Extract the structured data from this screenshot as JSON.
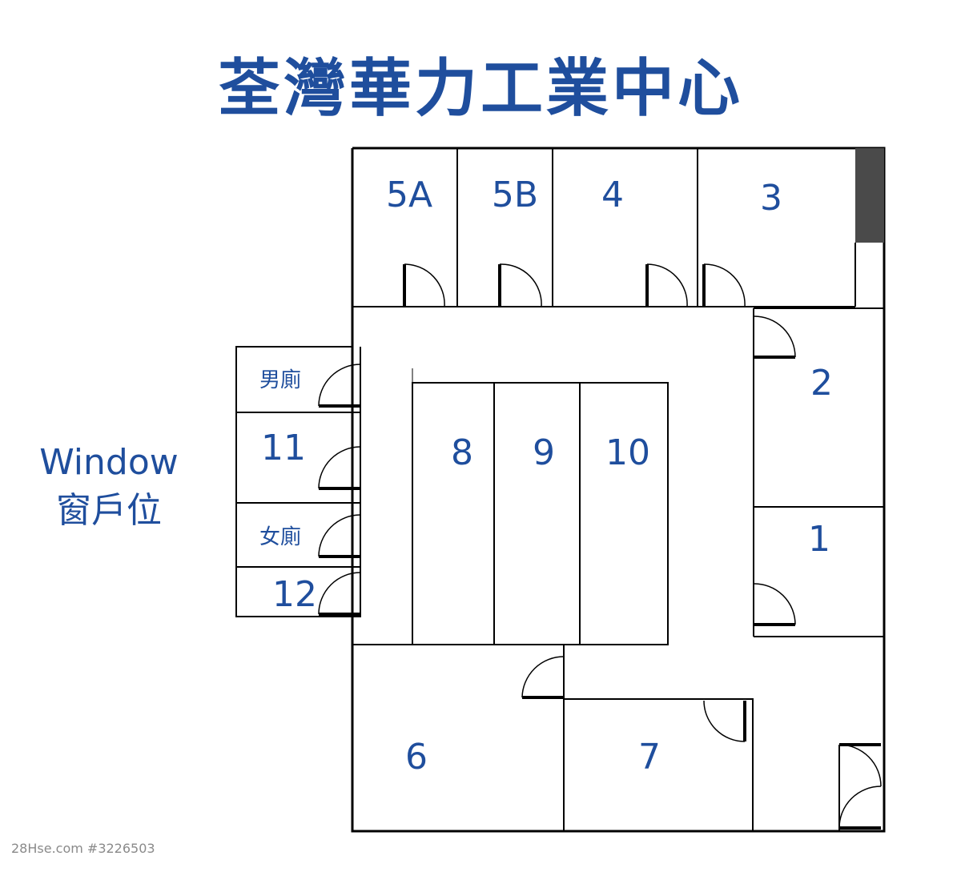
{
  "title": "荃灣華力工業中心",
  "rooms": {
    "r5a": "5A",
    "r5b": "5B",
    "r4": "4",
    "r3": "3",
    "r2": "2",
    "r1": "1",
    "r8": "8",
    "r9": "9",
    "r10": "10",
    "r11": "11",
    "r12": "12",
    "r6": "6",
    "r7": "7",
    "mens_toilet": "男廁",
    "womens_toilet": "女廁"
  },
  "window_label": {
    "en": "Window",
    "zh": "窗戶位"
  },
  "watermark": "28Hse.com #3226503",
  "colors": {
    "label": "#1f4e9d",
    "wall": "#000000",
    "dark_block": "#4a4a4a"
  }
}
